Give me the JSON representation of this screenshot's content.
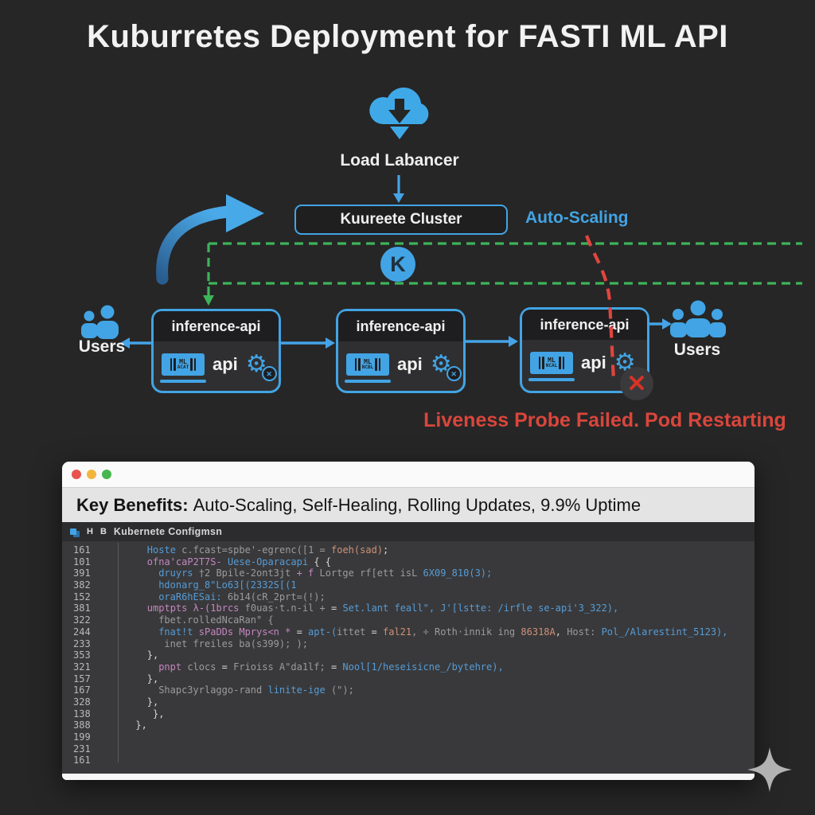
{
  "title": "Kuburretes Deployment for FASTI ML API",
  "diagram": {
    "load_balancer_label": "Load Labancer",
    "cluster_label": "Kuureete Cluster",
    "auto_scaling_label": "Auto-Scaling",
    "k_logo_letter": "K",
    "users_left_label": "Users",
    "users_right_label": "Users",
    "error_text": "Liveness Probe Failed. Pod Restarting",
    "pods": [
      {
        "title": "inference-api",
        "container_top": "ML",
        "container_bottom": "ACAT",
        "api_label": "api",
        "failed": false
      },
      {
        "title": "inference-api",
        "container_top": "ML",
        "container_bottom": "NCBL",
        "api_label": "api",
        "failed": false
      },
      {
        "title": "inference-api",
        "container_top": "ML",
        "container_bottom": "NCAL",
        "api_label": "api",
        "failed": true
      }
    ]
  },
  "window": {
    "benefits_bold": "Key Benefits:",
    "benefits_rest": " Auto-Scaling, Self-Healing, Rolling Updates, 9.9% Uptime",
    "tab": {
      "icon2": "H",
      "icon3": "B",
      "title": "Kubernete Configmsn"
    },
    "code_lines": [
      {
        "num": "161",
        "indent": 4,
        "segments": [
          [
            "Hoste ",
            "blue"
          ],
          [
            "c.fcast=spbe'-egrenc([1 = ",
            "gray"
          ],
          [
            "foeh(sad)",
            "orange"
          ],
          [
            ";",
            "white"
          ]
        ]
      },
      {
        "num": "101",
        "indent": 4,
        "segments": [
          [
            "ofna'caP2T7S- ",
            "pink"
          ],
          [
            "Uese-Oparacapi",
            "blue"
          ],
          [
            " { {",
            "white"
          ]
        ]
      },
      {
        "num": "391",
        "indent": 6,
        "segments": [
          [
            "druyrs ",
            "blue"
          ],
          [
            "†2 Bpile-2ont3jt ",
            "gray"
          ],
          [
            "+ f ",
            "pink"
          ],
          [
            "Lortge rf[ett isL ",
            "gray"
          ],
          [
            "6X09_810(3);",
            "blue"
          ]
        ]
      },
      {
        "num": "382",
        "indent": 6,
        "segments": [
          [
            "hdonarg_8\"Lo63[(2332S[(1",
            "blue"
          ]
        ]
      },
      {
        "num": "152",
        "indent": 6,
        "segments": [
          [
            "oraR6hESai: ",
            "blue"
          ],
          [
            "6b14(cR_2prt=(!);",
            "gray"
          ]
        ]
      },
      {
        "num": "381",
        "indent": 4,
        "segments": [
          [
            "umptpts λ-(1brcs ",
            "pink"
          ],
          [
            "f0uas·t.n-il + ",
            "gray"
          ],
          [
            "= ",
            "white"
          ],
          [
            "Set.lant feall\", ",
            "blue"
          ],
          [
            "J'[lstte: ",
            "blue"
          ],
          [
            "/irfle se-api'3_322),",
            "blue"
          ]
        ]
      },
      {
        "num": "322",
        "indent": 6,
        "segments": [
          [
            "fbet.rolledNcaRan° {",
            "gray"
          ]
        ]
      },
      {
        "num": "244",
        "indent": 6,
        "segments": [
          [
            "fnat!t ",
            "blue"
          ],
          [
            "sPaDDs Mprys<n * ",
            "pink"
          ],
          [
            "= ",
            "white"
          ],
          [
            "apt-(",
            "blue"
          ],
          [
            "ittet ",
            "gray"
          ],
          [
            "= ",
            "white"
          ],
          [
            "fal21",
            "orange"
          ],
          [
            ", ÷ Roth·innik ing ",
            "gray"
          ],
          [
            "86318A",
            "orange"
          ],
          [
            ", ",
            "white"
          ],
          [
            "Host: ",
            "gray"
          ],
          [
            "Pol_/Alarestint_5123),",
            "blue"
          ]
        ]
      },
      {
        "num": "233",
        "indent": 7,
        "segments": [
          [
            "inet freiles ba(s399); );",
            "gray"
          ]
        ]
      },
      {
        "num": "353",
        "indent": 4,
        "segments": [
          [
            "},",
            "white"
          ]
        ]
      },
      {
        "num": "321",
        "indent": 6,
        "segments": [
          [
            "pnpt ",
            "pink"
          ],
          [
            "clocs ",
            "gray"
          ],
          [
            "= ",
            "white"
          ],
          [
            "Frioiss A\"da1lf; ",
            "gray"
          ],
          [
            "= ",
            "white"
          ],
          [
            "Nool[1/heseisicne_/bytehre),",
            "blue"
          ]
        ]
      },
      {
        "num": "157",
        "indent": 4,
        "segments": [
          [
            "},",
            "white"
          ]
        ]
      },
      {
        "num": "167",
        "indent": 6,
        "segments": [
          [
            "Shapc3yrlaggo-rand ",
            "gray"
          ],
          [
            "linite-ige ",
            "blue"
          ],
          [
            "(\");",
            "gray"
          ]
        ]
      },
      {
        "num": "328",
        "indent": 4,
        "segments": [
          [
            "},",
            "white"
          ]
        ]
      },
      {
        "num": "138",
        "indent": 5,
        "segments": [
          [
            "},",
            "white"
          ]
        ]
      },
      {
        "num": "388",
        "indent": 2,
        "segments": [
          [
            "},",
            "white"
          ]
        ]
      },
      {
        "num": "199",
        "indent": 0,
        "segments": []
      },
      {
        "num": "231",
        "indent": 0,
        "segments": []
      },
      {
        "num": "161",
        "indent": 0,
        "segments": []
      }
    ]
  },
  "colors": {
    "accent_blue": "#42a4e4",
    "dashed_green": "#3db45a",
    "dashed_red": "#e0453f",
    "error_text_red": "#d9463c",
    "traffic_red": "#e8544e",
    "traffic_yellow": "#f2b63e",
    "traffic_green": "#47b64e"
  }
}
